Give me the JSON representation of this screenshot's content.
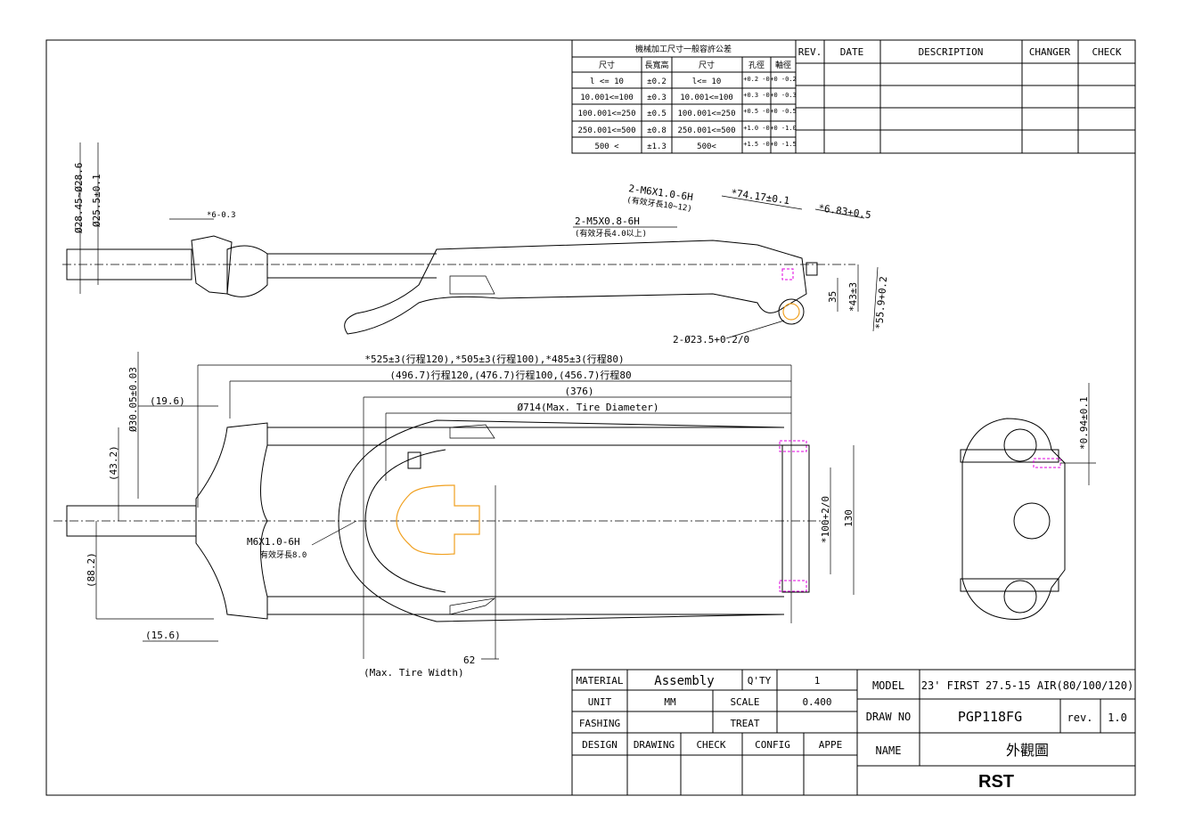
{
  "tolerance_table": {
    "title": "機械加工尺寸一般容許公差",
    "headers": [
      "尺寸",
      "長寬高",
      "尺寸",
      "孔徑",
      "軸徑"
    ],
    "rows": [
      [
        "l <= 10",
        "±0.2",
        "l<= 10",
        "+0.2 -0",
        "+0 -0.2"
      ],
      [
        "10.001<=100",
        "±0.3",
        "10.001<=100",
        "+0.3 -0",
        "+0 -0.3"
      ],
      [
        "100.001<=250",
        "±0.5",
        "100.001<=250",
        "+0.5 -0",
        "+0 -0.5"
      ],
      [
        "250.001<=500",
        "±0.8",
        "250.001<=500",
        "+1.0 -0",
        "+0 -1.0"
      ],
      [
        "500 <",
        "±1.3",
        "500<",
        "+1.5 -0",
        "+0 -1.5"
      ]
    ]
  },
  "revision_table": {
    "headers": [
      "REV.",
      "DATE",
      "DESCRIPTION",
      "CHANGER",
      "CHECK"
    ]
  },
  "dimensions": {
    "top_d1": "Ø28.45~Ø28.6",
    "top_d2": "Ø25.5±0.1",
    "top_6": "*6-0.3",
    "m6_thread": "2-M6X1.0-6H",
    "m6_note": "(有效牙長10~12)",
    "m5_thread": "2-M5X0.8-6H",
    "m5_note": "(有效牙長4.0以上)",
    "d74": "*74.17±0.1",
    "d683": "*6.83+0.5",
    "d35": "35",
    "d43": "*43±3",
    "d559": "*55.9+0.2",
    "d235": "2-Ø23.5+0.2/0",
    "len1": "*525±3(行程120),*505±3(行程100),*485±3(行程80)",
    "len2": "(496.7)行程120,(476.7)行程100,(456.7)行程80",
    "len3": "(376)",
    "len4": "Ø714(Max. Tire Diameter)",
    "d3005": "Ø30.05±0.03",
    "d196": "(19.6)",
    "d432": "(43.2)",
    "d882": "(88.2)",
    "d156": "(15.6)",
    "m6b": "M6X1.0-6H",
    "m6b_note": "有效牙長8.0",
    "d100": "*100+2/0",
    "d130": "130",
    "d62": "62",
    "tire_width": "(Max. Tire Width)",
    "d094": "*0.94±0.1"
  },
  "title_block": {
    "material_label": "MATERIAL",
    "material": "Assembly",
    "qty_label": "Q'TY",
    "qty": "1",
    "unit_label": "UNIT",
    "unit": "MM",
    "scale_label": "SCALE",
    "scale": "0.400",
    "fashing_label": "FASHING",
    "treat_label": "TREAT",
    "design_label": "DESIGN",
    "drawing_label": "DRAWING",
    "check_label": "CHECK",
    "config_label": "CONFIG",
    "appe_label": "APPE",
    "model_label": "MODEL",
    "model": "23' FIRST 27.5-15 AIR(80/100/120)",
    "drawno_label": "DRAW NO",
    "drawno": "PGP118FG",
    "rev_label": "rev.",
    "rev": "1.0",
    "name_label": "NAME",
    "name": "外觀圖",
    "company": "RST"
  }
}
